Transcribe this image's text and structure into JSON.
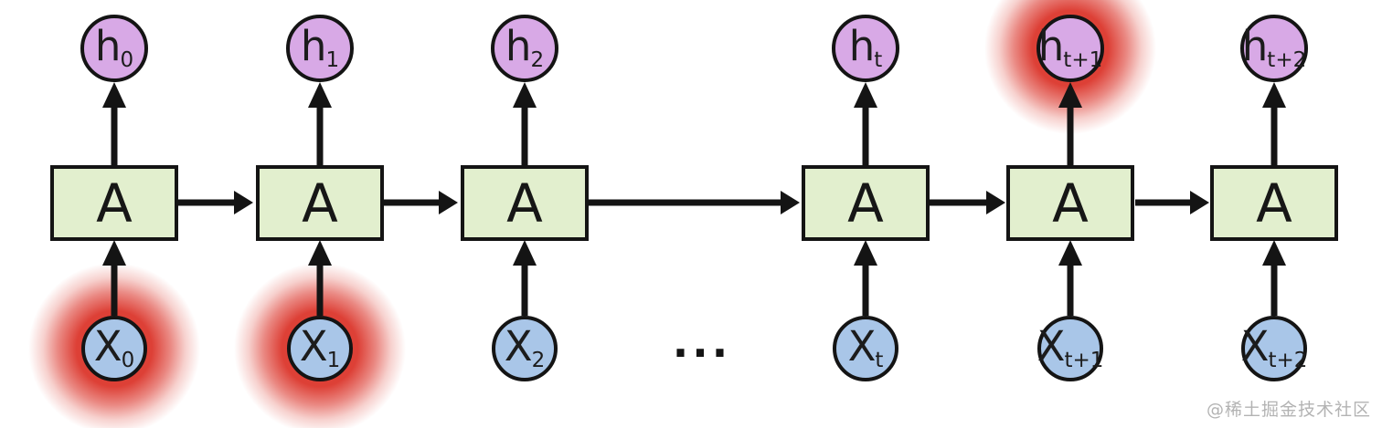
{
  "units": [
    {
      "h": {
        "base": "h",
        "sub": "0"
      },
      "a": "A",
      "x": {
        "base": "X",
        "sub": "0"
      },
      "x_highlighted": true,
      "h_highlighted": false
    },
    {
      "h": {
        "base": "h",
        "sub": "1"
      },
      "a": "A",
      "x": {
        "base": "X",
        "sub": "1"
      },
      "x_highlighted": true,
      "h_highlighted": false
    },
    {
      "h": {
        "base": "h",
        "sub": "2"
      },
      "a": "A",
      "x": {
        "base": "X",
        "sub": "2"
      },
      "x_highlighted": false,
      "h_highlighted": false
    },
    {
      "h": {
        "base": "h",
        "sub": "t"
      },
      "a": "A",
      "x": {
        "base": "X",
        "sub": "t"
      },
      "x_highlighted": false,
      "h_highlighted": false
    },
    {
      "h": {
        "base": "h",
        "sub": "t+1"
      },
      "a": "A",
      "x": {
        "base": "X",
        "sub": "t+1"
      },
      "x_highlighted": false,
      "h_highlighted": true
    },
    {
      "h": {
        "base": "h",
        "sub": "t+2"
      },
      "a": "A",
      "x": {
        "base": "X",
        "sub": "t+2"
      },
      "x_highlighted": false,
      "h_highlighted": false
    }
  ],
  "ellipsis": "...",
  "watermark": "@稀土掘金技术社区",
  "colors": {
    "hidden_state_fill": "#d8a9e6",
    "input_fill": "#a9c6e8",
    "cell_fill": "#e2efce",
    "outline": "#141414",
    "highlight_glow": "#dc3a30",
    "watermark": "#b3b3b3"
  }
}
